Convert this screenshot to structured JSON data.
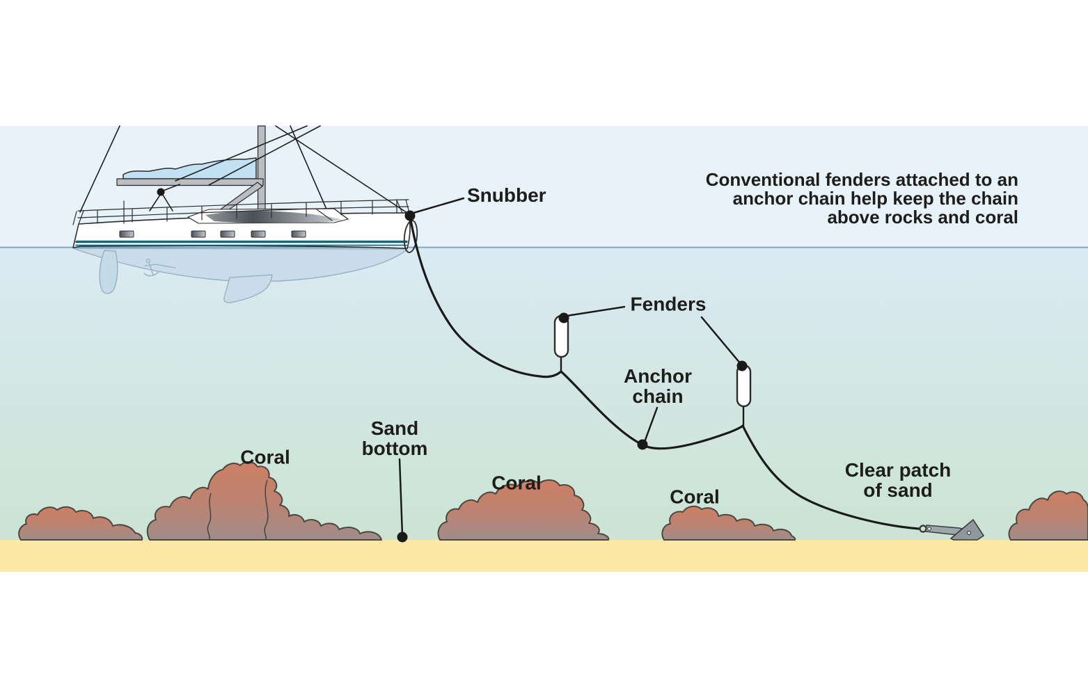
{
  "note": {
    "line1": "Conventional fenders attached to an",
    "line2": "anchor chain help keep the chain",
    "line3": "above rocks and coral"
  },
  "labels": {
    "snubber": "Snubber",
    "fenders": "Fenders",
    "anchor_chain": {
      "line1": "Anchor",
      "line2": "chain"
    },
    "sand_bottom": {
      "line1": "Sand",
      "line2": "bottom"
    },
    "clear_patch": {
      "line1": "Clear patch",
      "line2": "of sand"
    },
    "coral_left": "Coral",
    "coral_middle": "Coral",
    "coral_right": "Coral"
  },
  "colors": {
    "sky": "#e8f2f9",
    "water_top": "#dbeaf4",
    "water_bottom": "#cbe4d4",
    "waterline": "#7fa4be",
    "sand": "#fbe7a6",
    "coral_top": "#cd7f63",
    "coral_bottom": "#a18c8a",
    "coral_outline": "#4a4840",
    "sail": "#c2e2f3",
    "metal_gray": "#b9bec3",
    "hull_underwater": "#c8dde9",
    "line_black": "#1a1a1a",
    "text": "#1d1d1b"
  }
}
